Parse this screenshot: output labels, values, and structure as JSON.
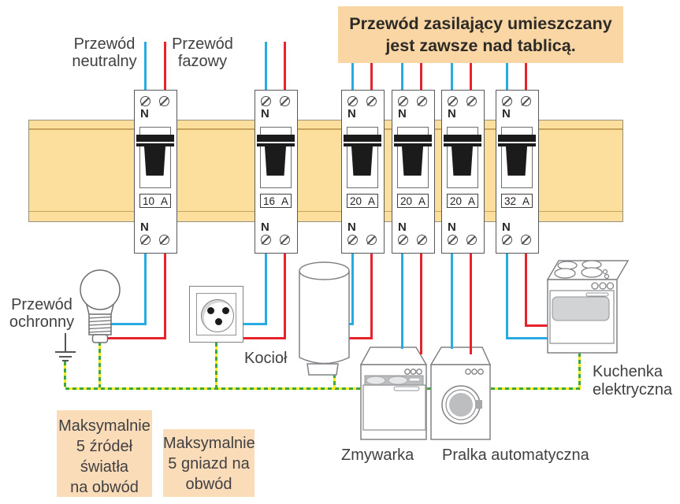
{
  "title_banner": {
    "line1": "Przewód zasilający umieszczany",
    "line2": "jest zawsze nad tablicą."
  },
  "wire_labels": {
    "neutral": {
      "line1": "Przewód",
      "line2": "neutralny"
    },
    "phase": {
      "line1": "Przewód",
      "line2": "fazowy"
    },
    "protective": {
      "line1": "Przewód",
      "line2": "ochronny"
    }
  },
  "labels": {
    "n_marker": "N"
  },
  "breakers": [
    {
      "rating": "10 A"
    },
    {
      "rating": "16 A"
    },
    {
      "rating": "20 A"
    },
    {
      "rating": "20 A"
    },
    {
      "rating": "20 A"
    },
    {
      "rating": "32 A"
    }
  ],
  "appliances": {
    "boiler": "Kocioł",
    "dishwasher": "Zmywarka",
    "washer": "Pralka automatyczna",
    "stove_line1": "Kuchenka",
    "stove_line2": "elektryczna"
  },
  "notes": {
    "lights": {
      "line1": "Maksymalnie",
      "line2": "5 źródeł",
      "line3": "światła",
      "line4": "na obwód"
    },
    "sockets": {
      "line1": "Maksymalnie",
      "line2": "5 gniazd na",
      "line3": "obwód"
    }
  },
  "colors": {
    "neutral_wire": "#29ABE2",
    "phase_wire": "#E6232A",
    "pe_green": "#3CA73C",
    "pe_yellow": "#F7EC1E",
    "rail_fill": "#FCDF9C",
    "rail_line": "#C7A45B",
    "banner_bg": "#F9D6A4",
    "banner_text": "#2E2A26",
    "note_bg": "#FADCB9",
    "text": "#414042"
  }
}
